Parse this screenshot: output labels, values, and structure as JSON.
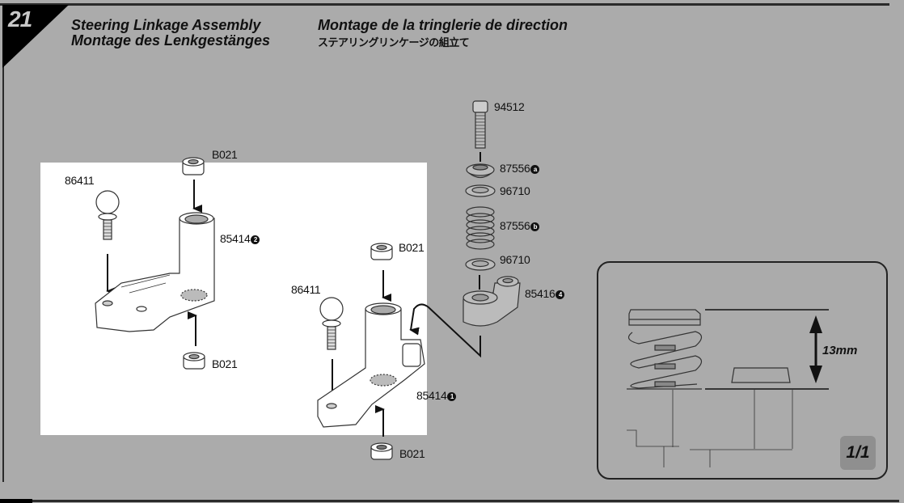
{
  "step": {
    "number": "21",
    "titles": {
      "en": "Steering Linkage Assembly",
      "de": "Montage des Lenkgestänges",
      "fr": "Montage de la tringlerie de direction",
      "ja": "ステアリングリンケージの組立て"
    }
  },
  "parts": {
    "left_assembly": {
      "ball_stud": "86411",
      "top_bearing": "B021",
      "bottom_bearing": "B021",
      "steering_arm": {
        "number": "85414",
        "marker": "2"
      }
    },
    "right_assembly": {
      "ball_stud": "86411",
      "top_bearing": "B021",
      "bottom_bearing": "B021",
      "steering_arm": {
        "number": "85414",
        "marker": "1"
      }
    },
    "saver_stack": {
      "screw": "94512",
      "spring_cap": {
        "number": "87556",
        "marker": "a"
      },
      "washer_top": "96710",
      "spring": {
        "number": "87556",
        "marker": "b"
      },
      "washer_bottom": "96710",
      "arm": {
        "number": "85416",
        "marker": "4"
      }
    }
  },
  "detail": {
    "dimension": "13mm",
    "scale": "1/1"
  }
}
